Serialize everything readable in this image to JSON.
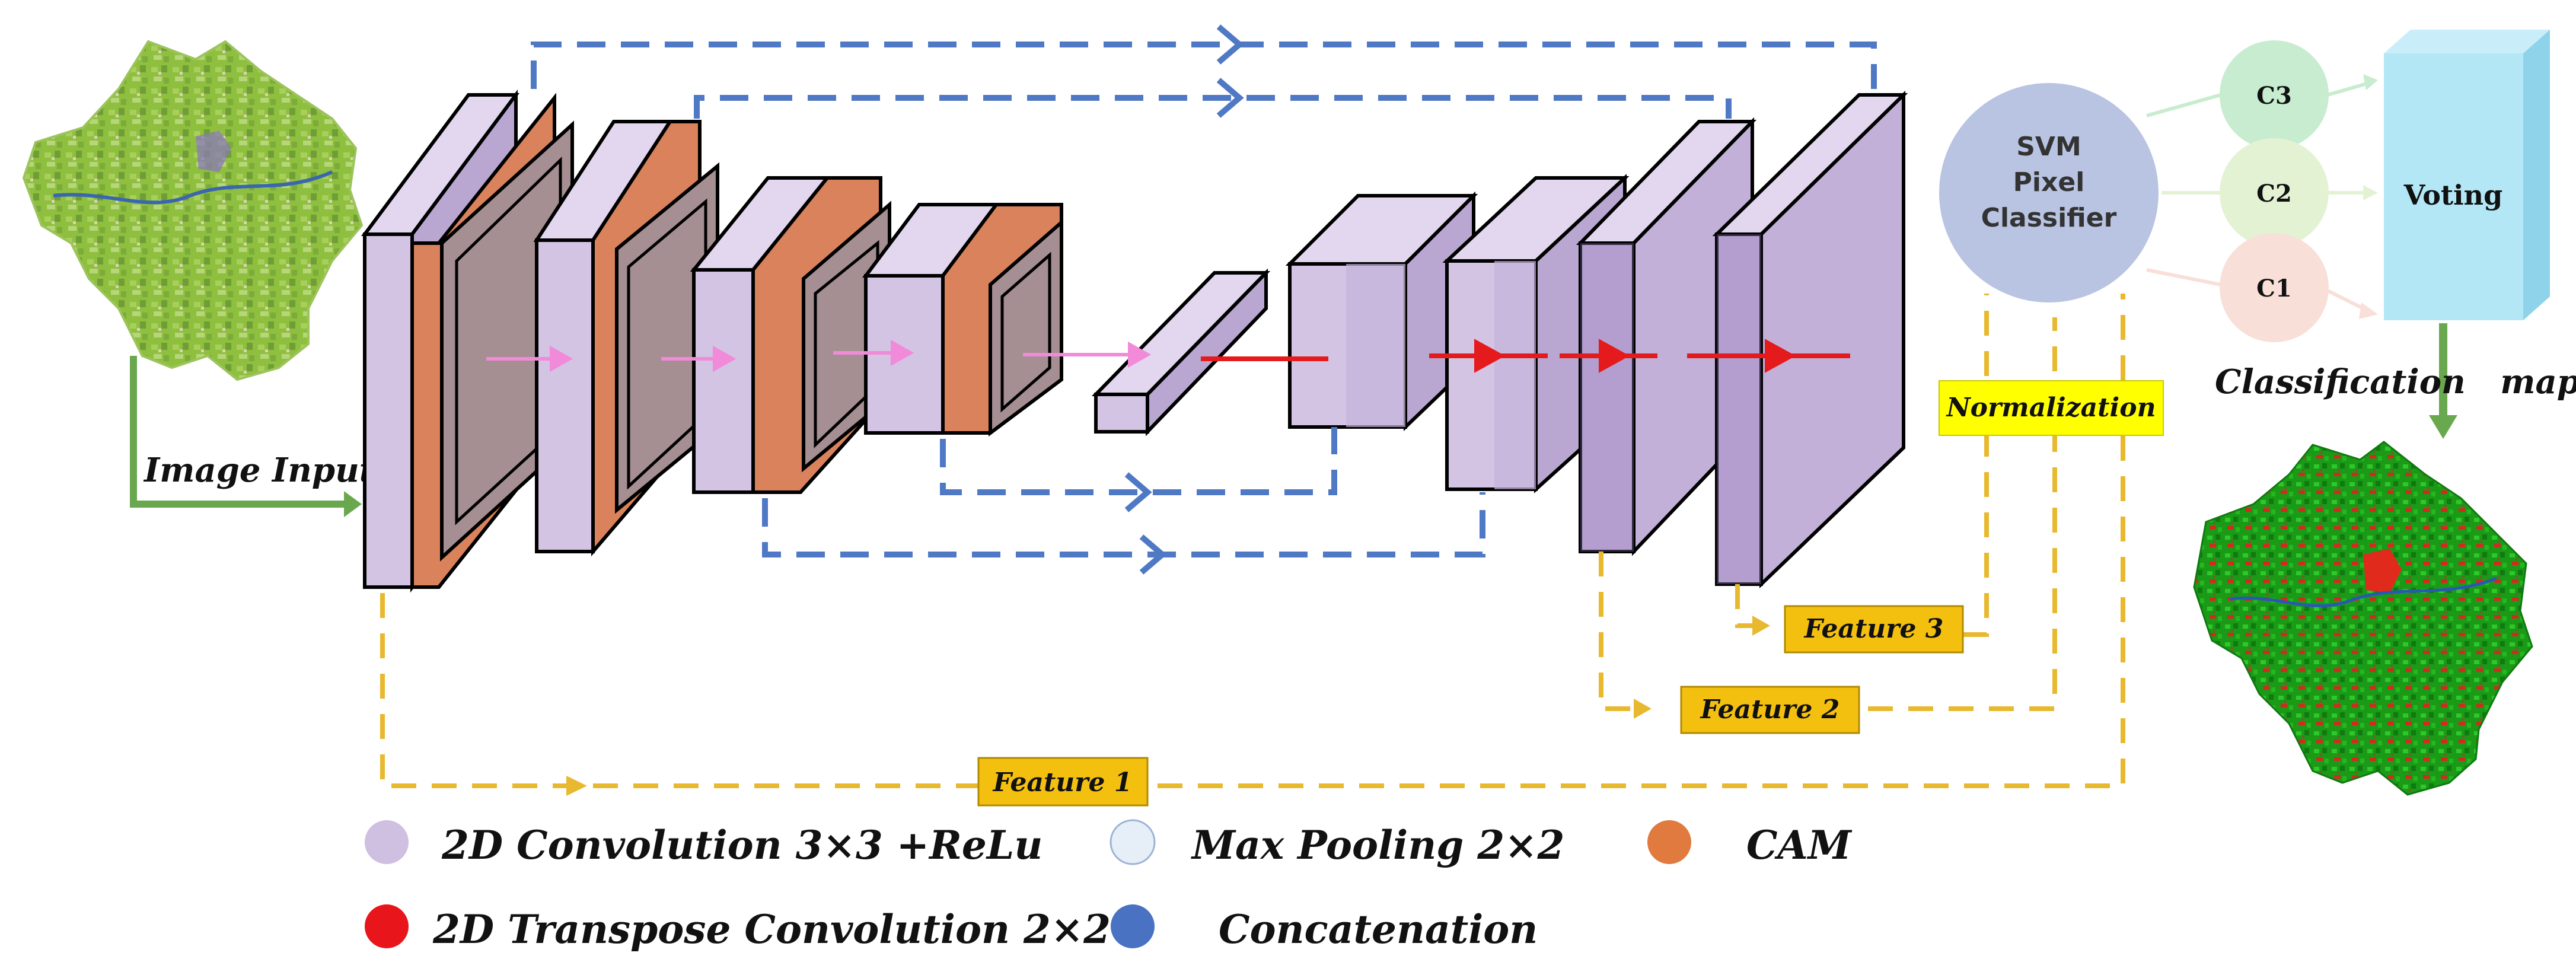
{
  "colors": {
    "conv": "#d3c4e3",
    "conv_side": "#b9a7d2",
    "pool": "#e6eef8",
    "cam": "#d9825b",
    "cam_inner": "#a58f92",
    "transpose": "#e41a1c",
    "concat": "#4f79c4",
    "feature_line": "#e8b92f",
    "feature_box": "#f4c010",
    "normalization_box": "#ffff00",
    "input_arrow": "#6aa84f",
    "svm_circle": "#b8c4e2",
    "voting_box": "#b3e7f5",
    "c3": "#c8eccf",
    "c2": "#e4f2d4",
    "c1": "#f8dfd8"
  },
  "labels": {
    "image_input": "Image Input",
    "svm": [
      "SVM",
      "Pixel",
      "Classifier"
    ],
    "normalization": "Normalization",
    "voting": "Voting",
    "classification_map": "Classification   map",
    "feature1": "Feature 1",
    "feature2": "Feature 2",
    "feature3": "Feature 3",
    "class_c3": "C3",
    "class_c2": "C2",
    "class_c1": "C1"
  },
  "legend": [
    {
      "label": "2D Convolution 3×3 +ReLu",
      "color": "#cfbfe0",
      "icon": "conv-dot"
    },
    {
      "label": "Max Pooling 2×2",
      "color": "#e6eef8",
      "icon": "pool-dot"
    },
    {
      "label": "CAM",
      "color": "#e07a3f",
      "icon": "cam-dot"
    },
    {
      "label": "2D Transpose Convolution 2×2",
      "color": "#e8151b",
      "icon": "transpose-dot"
    },
    {
      "label": "Concatenation",
      "color": "#4a72c2",
      "icon": "concat-dot"
    }
  ]
}
